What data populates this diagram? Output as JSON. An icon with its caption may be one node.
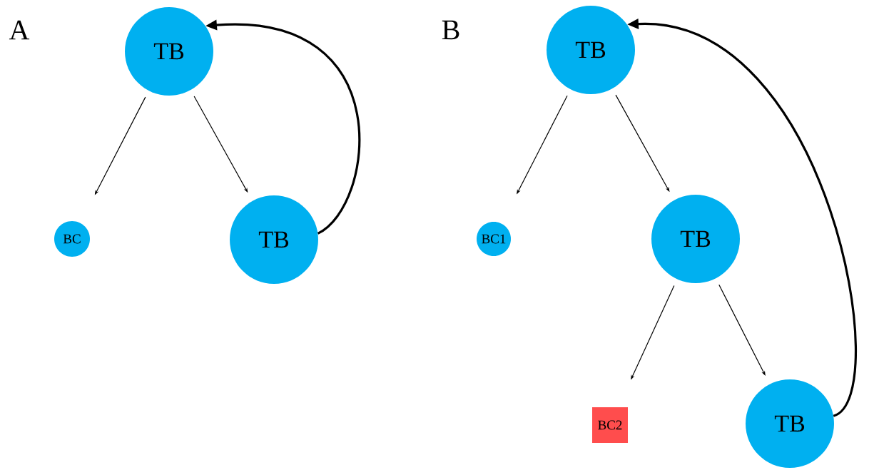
{
  "diagram": {
    "nodes": [
      {
        "text": [
          "TB"
        ]
      },
      {
        "text": [
          "BC"
        ]
      },
      {
        "text": [
          "TB"
        ]
      },
      {
        "text": [
          "TB"
        ]
      },
      {
        "text": [
          "BC1"
        ]
      },
      {
        "text": [
          "TB"
        ]
      },
      {
        "text": [
          "BC2"
        ]
      },
      {
        "text": [
          "TB"
        ]
      }
    ],
    "edges": [
      {
        "from": 0,
        "to": 1,
        "arrow": "to"
      },
      {
        "from": 0,
        "to": 2,
        "arrow": "to"
      },
      {
        "from": 2,
        "to": 0,
        "arrow": "to",
        "style": "thick"
      },
      {
        "from": 3,
        "to": 4,
        "arrow": "to"
      },
      {
        "from": 3,
        "to": 5,
        "arrow": "to"
      },
      {
        "from": 5,
        "to": 6,
        "arrow": "to"
      },
      {
        "from": 5,
        "to": 7,
        "arrow": "to"
      },
      {
        "from": 7,
        "to": 3,
        "arrow": "to",
        "style": "thick"
      }
    ],
    "labels": [
      "A",
      "B"
    ]
  }
}
